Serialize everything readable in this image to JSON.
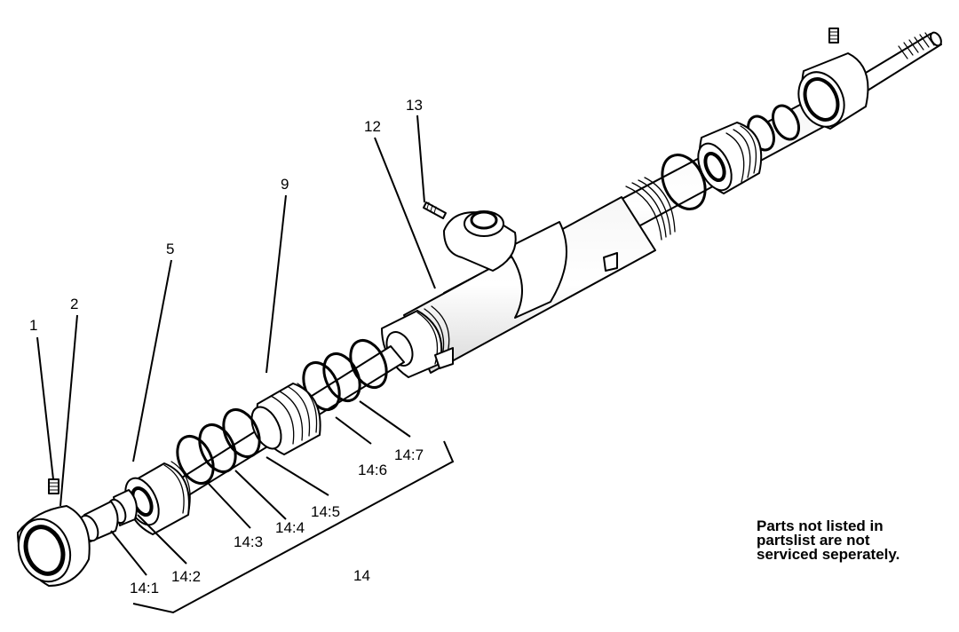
{
  "diagram": {
    "labels": {
      "l1": "1",
      "l2": "2",
      "l5": "5",
      "l9": "9",
      "l12": "12",
      "l13": "13",
      "l14": "14",
      "l14_1": "14:1",
      "l14_2": "14:2",
      "l14_3": "14:3",
      "l14_4": "14:4",
      "l14_5": "14:5",
      "l14_6": "14:6",
      "l14_7": "14:7"
    }
  },
  "note": {
    "line1": "Parts not listed in",
    "line2": "partslist are not",
    "line3": "serviced seperately."
  }
}
